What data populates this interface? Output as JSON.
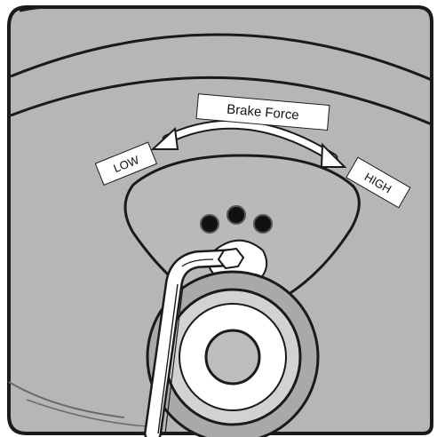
{
  "labels": {
    "title": "Brake Force",
    "low": "LOW",
    "high": "HIGH"
  },
  "colors": {
    "panel": "#b5b5b5",
    "panel_dark": "#a9a9a9",
    "outline": "#1a1a1a",
    "wrench": "#ffffff",
    "label_bg": "#ffffff"
  },
  "icons": {
    "adjuster": "three-hole-adjuster-icon",
    "tool": "hex-key-icon",
    "arrow": "double-headed-arc-arrow-icon"
  }
}
